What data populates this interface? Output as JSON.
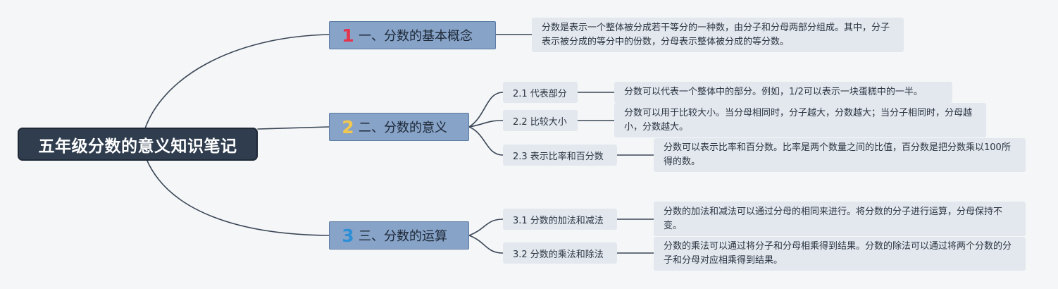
{
  "root": {
    "title": "五年级分数的意义知识笔记"
  },
  "topics": [
    {
      "number": "1",
      "badge_color": "#e5334b",
      "label": "一、分数的基本概念",
      "note": "分数是表示一个整体被分成若干等分的一种数，由分子和分母两部分组成。其中，分子表示被分成的等分中的份数，分母表示整体被分成的等分数。"
    },
    {
      "number": "2",
      "badge_color": "#f2c94c",
      "label": "二、分数的意义",
      "subs": [
        {
          "label": "2.1 代表部分",
          "note": "分数可以代表一个整体中的部分。例如，1/2可以表示一块蛋糕中的一半。"
        },
        {
          "label": "2.2 比较大小",
          "note": "分数可以用于比较大小。当分母相同时，分子越大，分数越大；当分子相同时，分母越小，分数越大。"
        },
        {
          "label": "2.3 表示比率和百分数",
          "note": "分数可以表示比率和百分数。比率是两个数量之间的比值，百分数是把分数乘以100所得的数。"
        }
      ]
    },
    {
      "number": "3",
      "badge_color": "#2d8fd6",
      "label": "三、分数的运算",
      "subs": [
        {
          "label": "3.1 分数的加法和减法",
          "note": "分数的加法和减法可以通过分母的相同来进行。将分数的分子进行运算，分母保持不变。"
        },
        {
          "label": "3.2 分数的乘法和除法",
          "note": "分数的乘法可以通过将分子和分母相乘得到结果。分数的除法可以通过将两个分数的分子和分母对应相乘得到结果。"
        }
      ]
    }
  ],
  "colors": {
    "line": "#3a4656"
  }
}
